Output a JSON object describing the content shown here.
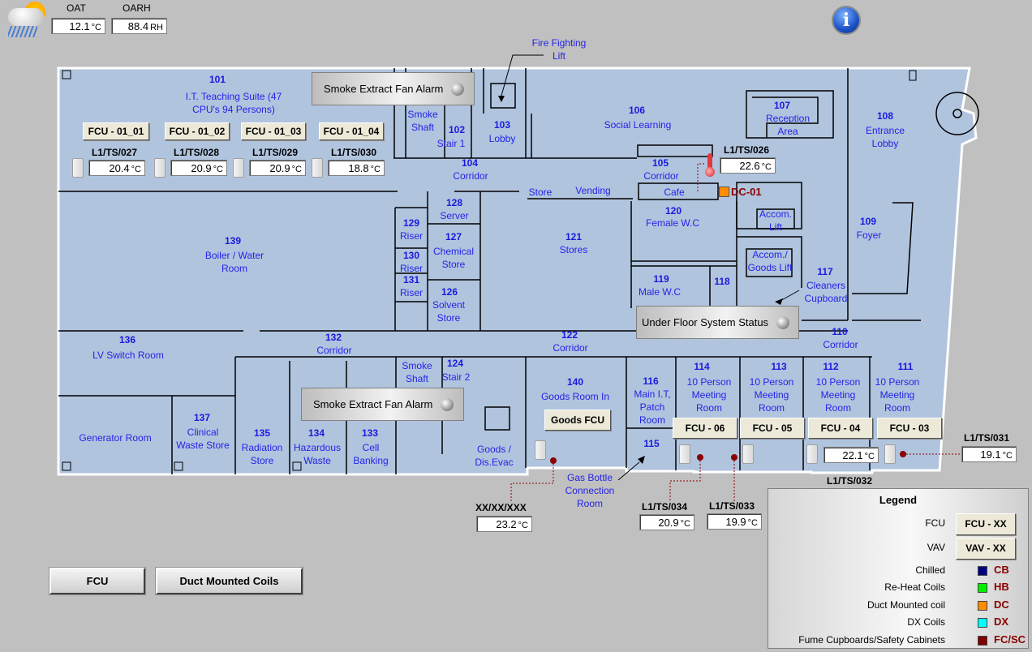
{
  "weather": {
    "icon": "cloud-sun-rain-icon"
  },
  "oat": {
    "label": "OAT",
    "value": "12.1",
    "unit": "°C"
  },
  "oarh": {
    "label": "OARH",
    "value": "88.4",
    "unit": "RH"
  },
  "info": {
    "icon": "info-icon",
    "glyph": "i"
  },
  "alarms": {
    "smoke_top": "Smoke Extract Fan Alarm",
    "smoke_bottom": "Smoke Extract Fan Alarm",
    "underfloor": "Under Floor System Status"
  },
  "annotations": {
    "fire_lift": "Fire Fighting\nLift",
    "gas_bottle": "Gas Bottle\nConnection\nRoom",
    "dc01": "DC-01"
  },
  "rooms": [
    {
      "num": "101",
      "name": "I.T. Teaching Suite (47\nCPU's 94 Persons)"
    },
    {
      "num": "",
      "name": "Smoke\nShaft"
    },
    {
      "num": "102",
      "name": "Stair 1"
    },
    {
      "num": "103",
      "name": "Lobby"
    },
    {
      "num": "104",
      "name": "Corridor"
    },
    {
      "num": "105",
      "name": "Corridor"
    },
    {
      "num": "106",
      "name": "Social Learning"
    },
    {
      "num": "107",
      "name": "Reception\nArea"
    },
    {
      "num": "108",
      "name": "Entrance\nLobby"
    },
    {
      "num": "109",
      "name": "Foyer"
    },
    {
      "num": "110",
      "name": "Corridor"
    },
    {
      "num": "111",
      "name": "10 Person\nMeeting\nRoom"
    },
    {
      "num": "112",
      "name": "10 Person\nMeeting\nRoom"
    },
    {
      "num": "113",
      "name": "10 Person\nMeeting\nRoom"
    },
    {
      "num": "114",
      "name": "10 Person\nMeeting\nRoom"
    },
    {
      "num": "115",
      "name": ""
    },
    {
      "num": "116",
      "name": "Main I.T,\nPatch\nRoom"
    },
    {
      "num": "117",
      "name": "Cleaners\nCupboard"
    },
    {
      "num": "118",
      "name": ""
    },
    {
      "num": "119",
      "name": "Male W.C"
    },
    {
      "num": "120",
      "name": "Female W.C"
    },
    {
      "num": "121",
      "name": "Stores"
    },
    {
      "num": "122",
      "name": "Corridor"
    },
    {
      "num": "",
      "name": "Smoke\nShaft"
    },
    {
      "num": "124",
      "name": "Stair 2"
    },
    {
      "num": "126",
      "name": "Solvent\nStore"
    },
    {
      "num": "127",
      "name": "Chemical\nStore"
    },
    {
      "num": "128",
      "name": "Server"
    },
    {
      "num": "129",
      "name": "Riser"
    },
    {
      "num": "130",
      "name": "Riser"
    },
    {
      "num": "131",
      "name": "Riser"
    },
    {
      "num": "132",
      "name": "Corridor"
    },
    {
      "num": "133",
      "name": "Cell\nBanking"
    },
    {
      "num": "134",
      "name": "Hazardous\nWaste"
    },
    {
      "num": "135",
      "name": "Radiation\nStore"
    },
    {
      "num": "136",
      "name": "LV Switch Room"
    },
    {
      "num": "137",
      "name": "Clinical\nWaste Store"
    },
    {
      "num": "",
      "name": "Generator Room"
    },
    {
      "num": "139",
      "name": "Boiler / Water\nRoom"
    },
    {
      "num": "140",
      "name": "Goods Room In"
    },
    {
      "num": "",
      "name": "Store"
    },
    {
      "num": "",
      "name": "Vending"
    },
    {
      "num": "",
      "name": "Cafe"
    },
    {
      "num": "",
      "name": "Accom.\nLift"
    },
    {
      "num": "",
      "name": "Accom./\nGoods Lift"
    },
    {
      "num": "",
      "name": "Goods /\nDis.Evac"
    }
  ],
  "fcu_buttons": [
    {
      "label": "FCU - 01_01"
    },
    {
      "label": "FCU - 01_02"
    },
    {
      "label": "FCU - 01_03"
    },
    {
      "label": "FCU - 01_04"
    },
    {
      "label": "Goods FCU"
    },
    {
      "label": "FCU - 06"
    },
    {
      "label": "FCU - 05"
    },
    {
      "label": "FCU - 04"
    },
    {
      "label": "FCU - 03"
    }
  ],
  "sensors": [
    {
      "tag": "L1/TS/027",
      "value": "20.4",
      "unit": "°C"
    },
    {
      "tag": "L1/TS/028",
      "value": "20.9",
      "unit": "°C"
    },
    {
      "tag": "L1/TS/029",
      "value": "20.9",
      "unit": "°C"
    },
    {
      "tag": "L1/TS/030",
      "value": "18.8",
      "unit": "°C"
    },
    {
      "tag": "L1/TS/026",
      "value": "22.6",
      "unit": "°C"
    },
    {
      "tag": "XX/XX/XXX",
      "value": "23.2",
      "unit": "°C"
    },
    {
      "tag": "L1/TS/034",
      "value": "20.9",
      "unit": "°C"
    },
    {
      "tag": "L1/TS/033",
      "value": "19.9",
      "unit": "°C"
    },
    {
      "tag": "L1/TS/032",
      "value": "22.1",
      "unit": "°C"
    },
    {
      "tag": "L1/TS/031",
      "value": "19.1",
      "unit": "°C"
    }
  ],
  "nav_buttons": {
    "fcu": "FCU",
    "duct": "Duct Mounted Coils"
  },
  "legend": {
    "title": "Legend",
    "fcu_label": "FCU",
    "fcu_button": "FCU - XX",
    "vav_label": "VAV",
    "vav_button": "VAV - XX",
    "items": [
      {
        "label": "Chilled",
        "code": "CB",
        "color": "#00007f"
      },
      {
        "label": "Re-Heat Coils",
        "code": "HB",
        "color": "#00ee00"
      },
      {
        "label": "Duct  Mounted coil",
        "code": "DC",
        "color": "#ff8c00"
      },
      {
        "label": "DX Coils",
        "code": "DX",
        "color": "#00ffff"
      },
      {
        "label": "Fume Cupboards/Safety Cabinets",
        "code": "FC/SC",
        "color": "#7f0000"
      }
    ]
  },
  "colors": {
    "floor": "#b0c4de",
    "background": "#c0c0c0",
    "room_text": "#2424e6",
    "alarm_red": "#8b0000"
  }
}
